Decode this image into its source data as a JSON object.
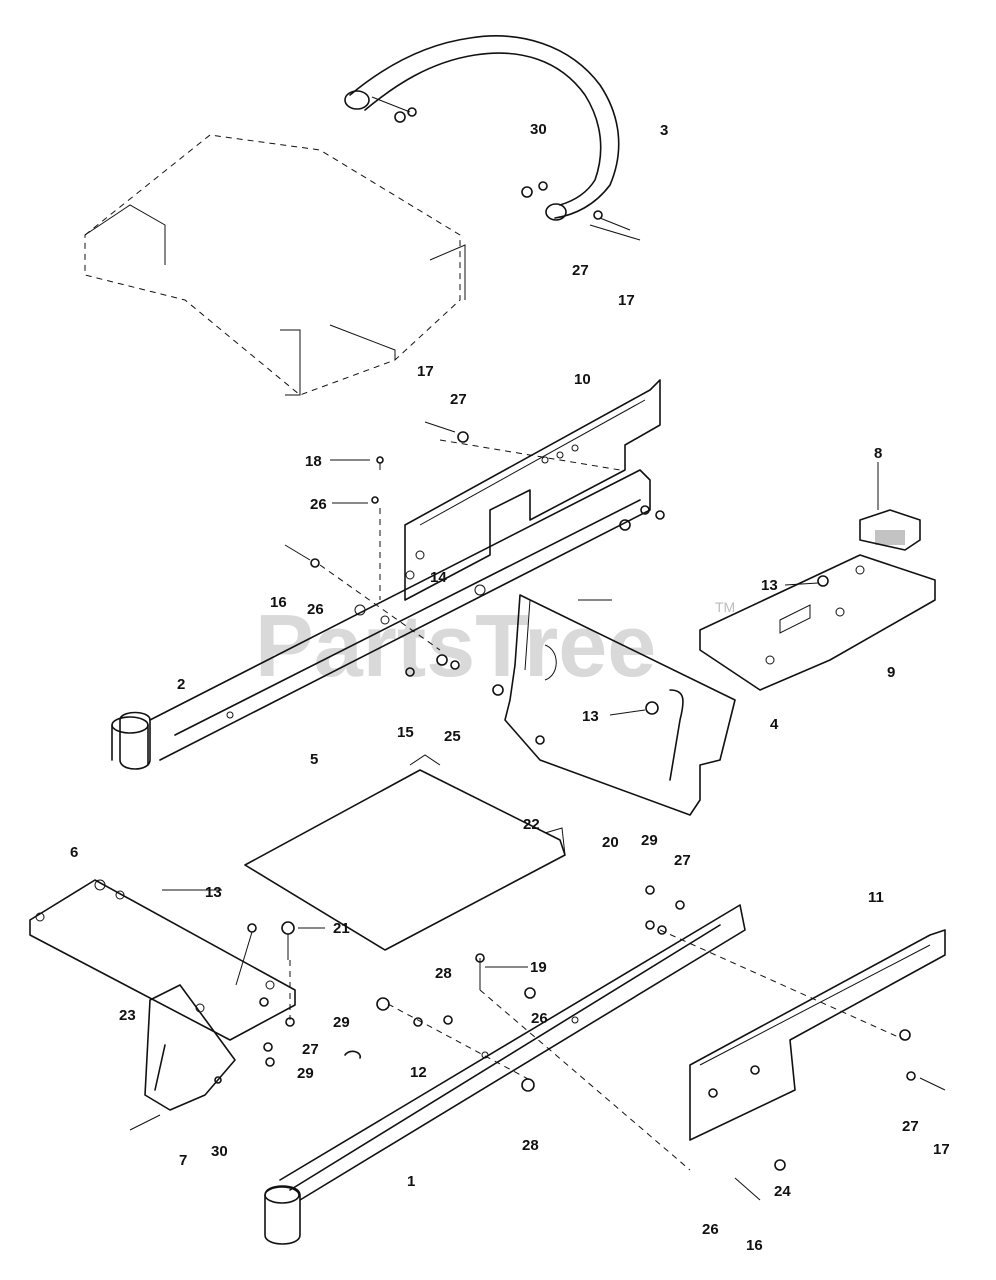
{
  "watermark": {
    "text": "PartsTree",
    "trademark": "TM"
  },
  "callouts": [
    "30",
    "3",
    "27",
    "17",
    "17",
    "27",
    "10",
    "18",
    "26",
    "8",
    "16",
    "26",
    "14",
    "13",
    "2",
    "9",
    "13",
    "4",
    "15",
    "25",
    "5",
    "22",
    "20",
    "29",
    "27",
    "6",
    "13",
    "21",
    "11",
    "28",
    "19",
    "26",
    "29",
    "23",
    "27",
    "12",
    "29",
    "1",
    "28",
    "7",
    "30",
    "27",
    "17",
    "24",
    "26",
    "16"
  ]
}
